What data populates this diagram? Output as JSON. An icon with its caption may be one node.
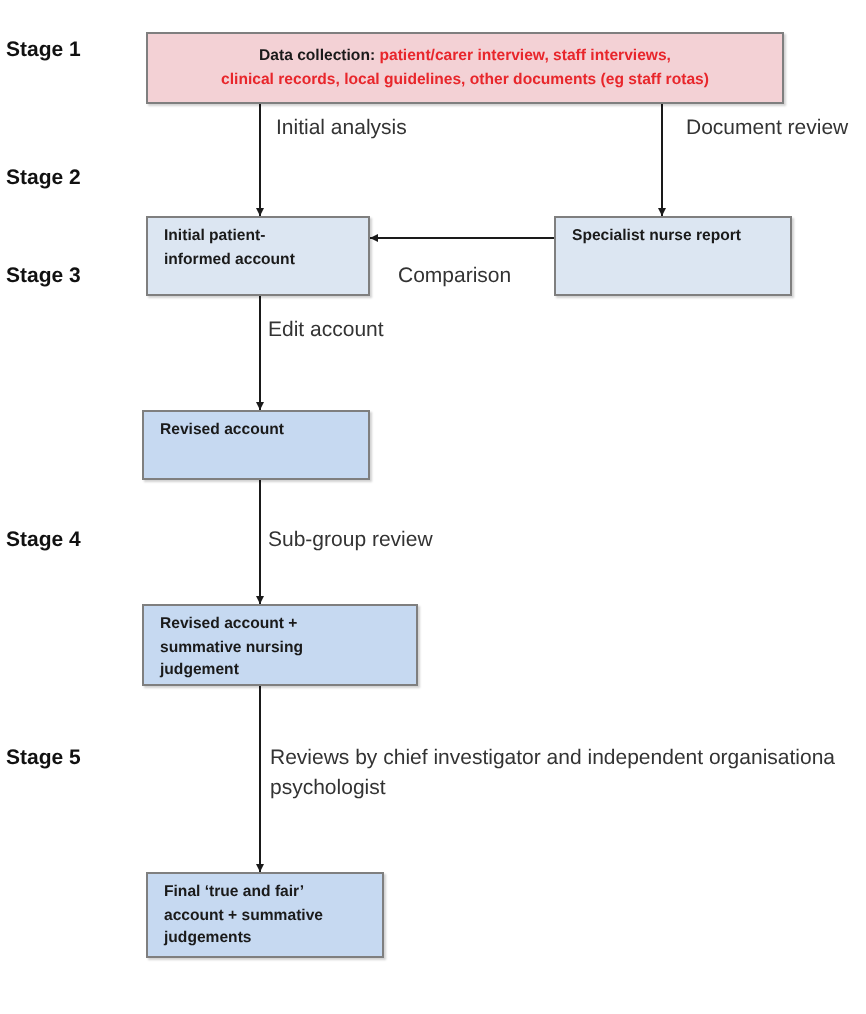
{
  "diagram": {
    "nodes": [
      {
        "text": [
          "Data collection:",
          "patient/carer interview, staff interviews, clinical records, local guidelines, other documents (eg staff rotas)"
        ]
      },
      {
        "text": [
          "Initial patient-informed account"
        ]
      },
      {
        "text": [
          "Specialist nurse report"
        ]
      },
      {
        "text": [
          "Revised account"
        ]
      },
      {
        "text": [
          "Revised account + summative nursing judgement"
        ]
      },
      {
        "text": [
          "Final ‘true and fair’ account + summative judgements"
        ]
      }
    ],
    "edges": [
      {
        "from": 0,
        "to": 1,
        "arrow": "to",
        "label": "Initial analysis"
      },
      {
        "from": 0,
        "to": 2,
        "arrow": "to",
        "label": "Document review"
      },
      {
        "from": 2,
        "to": 1,
        "arrow": "to",
        "label": "Comparison"
      },
      {
        "from": 1,
        "to": 3,
        "arrow": "to",
        "label": "Edit account"
      },
      {
        "from": 3,
        "to": 4,
        "arrow": "to",
        "label": "Sub-group review"
      },
      {
        "from": 4,
        "to": 5,
        "arrow": "to",
        "label": "Reviews by chief investigator and independent organisationa psychologist"
      }
    ],
    "labels": [
      "Stage 1",
      "Stage 2",
      "Stage 3",
      "Stage 4",
      "Stage 5"
    ]
  }
}
